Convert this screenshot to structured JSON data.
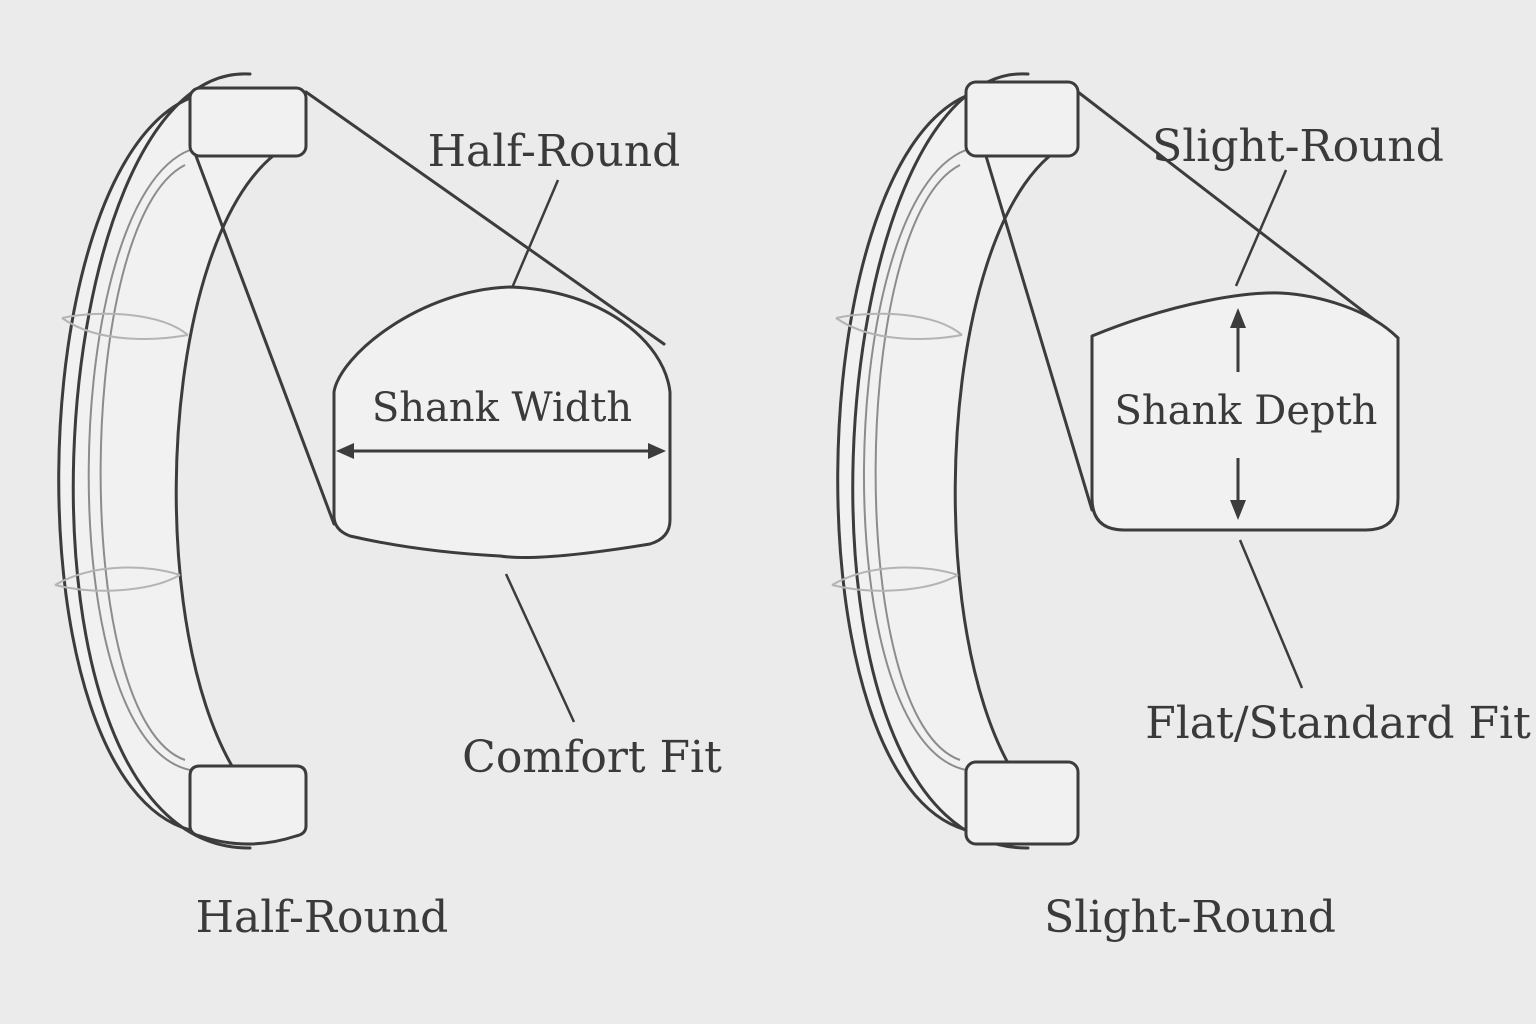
{
  "diagrams": [
    {
      "caption": "Half-Round",
      "profile_label": "Half-Round",
      "dimension_label": "Shank Width",
      "fit_label": "Comfort Fit"
    },
    {
      "caption": "Slight-Round",
      "profile_label": "Slight-Round",
      "dimension_label": "Shank Depth",
      "fit_label": "Flat/Standard Fit"
    }
  ]
}
